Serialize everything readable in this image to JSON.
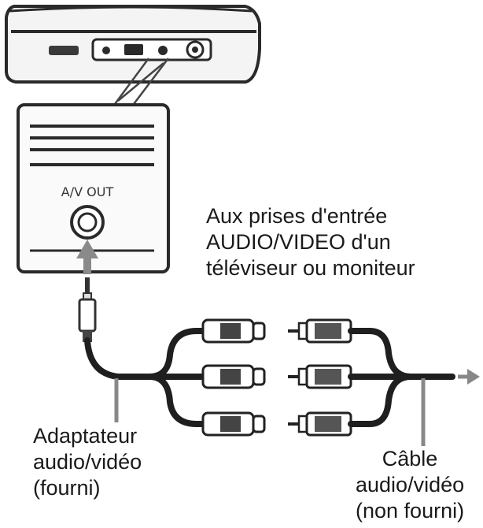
{
  "panel": {
    "port_label": "A/V OUT"
  },
  "labels": {
    "destination": [
      "Aux prises d'entrée",
      "AUDIO/VIDEO d'un",
      "téléviseur ou moniteur"
    ],
    "adapter": [
      "Adaptateur",
      "audio/vidéo",
      "(fourni)"
    ],
    "cable": [
      "Câble",
      "audio/vidéo",
      "(non fourni)"
    ]
  }
}
